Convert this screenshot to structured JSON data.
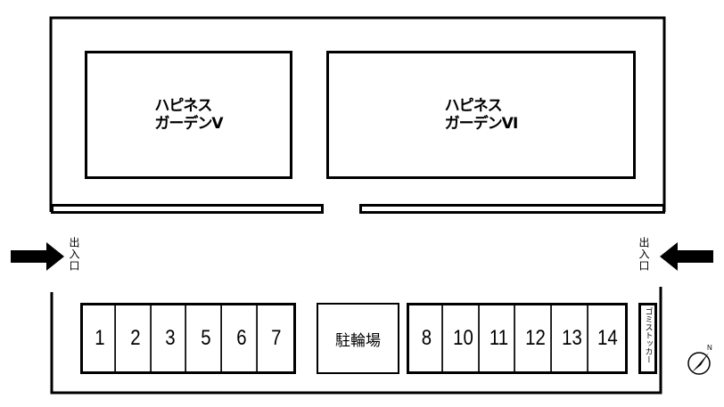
{
  "buildings": [
    {
      "line1": "ハピネス",
      "line2": "ガーデンⅤ"
    },
    {
      "line1": "ハピネス",
      "line2": "ガーデンⅥ"
    }
  ],
  "entrance_label": "出入口",
  "parking_left": [
    "1",
    "2",
    "3",
    "5",
    "6",
    "7"
  ],
  "bicycle_parking": "駐輪場",
  "parking_right": [
    "8",
    "10",
    "11",
    "12",
    "13",
    "14"
  ],
  "garbage_stocker": "ゴミストッカー",
  "compass": "N"
}
